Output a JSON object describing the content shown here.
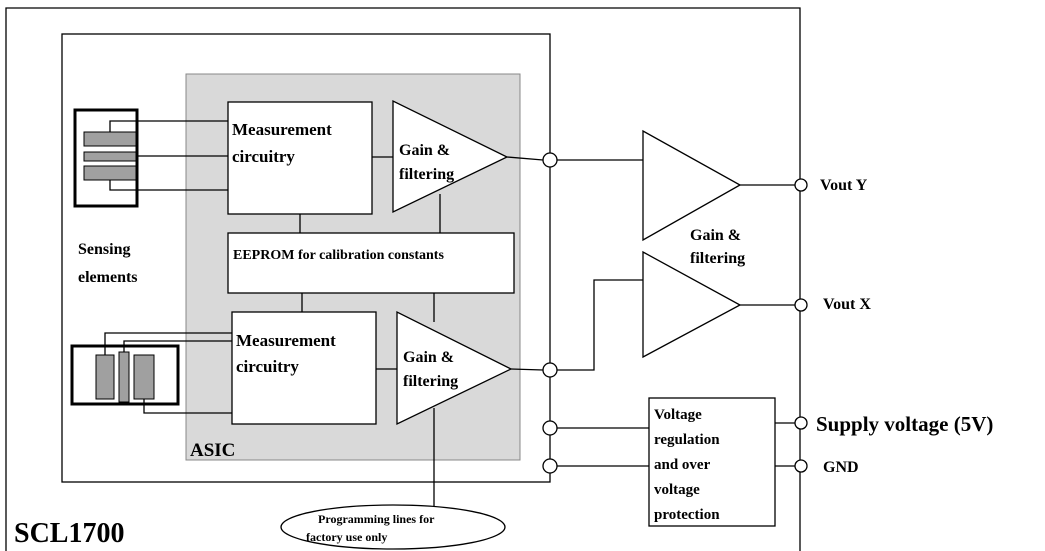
{
  "diagram": {
    "device_name": "SCL1700",
    "asic_label": "ASIC",
    "sensing_label": [
      "Sensing",
      "elements"
    ],
    "measurement_upper": [
      "Measurement",
      "circuitry"
    ],
    "measurement_lower": [
      "Measurement",
      "circuitry"
    ],
    "gain_upper": [
      "Gain &",
      "filtering"
    ],
    "gain_lower": [
      "Gain &",
      "filtering"
    ],
    "gain_outer": [
      "Gain &",
      "filtering"
    ],
    "eeprom_label": "EEPROM for calibration constants",
    "voltage_block": [
      "Voltage",
      "regulation",
      "and over",
      "voltage",
      "protection"
    ],
    "programming_note": [
      "Programming lines for",
      "factory use only"
    ],
    "pins": {
      "vout_y": "Vout Y",
      "vout_x": "Vout X",
      "supply": "Supply voltage (5V)",
      "gnd": "GND"
    }
  },
  "colors": {
    "asic_fill": "#d9d9d9",
    "element_fill": "#a0a0a0",
    "line": "#000000"
  }
}
